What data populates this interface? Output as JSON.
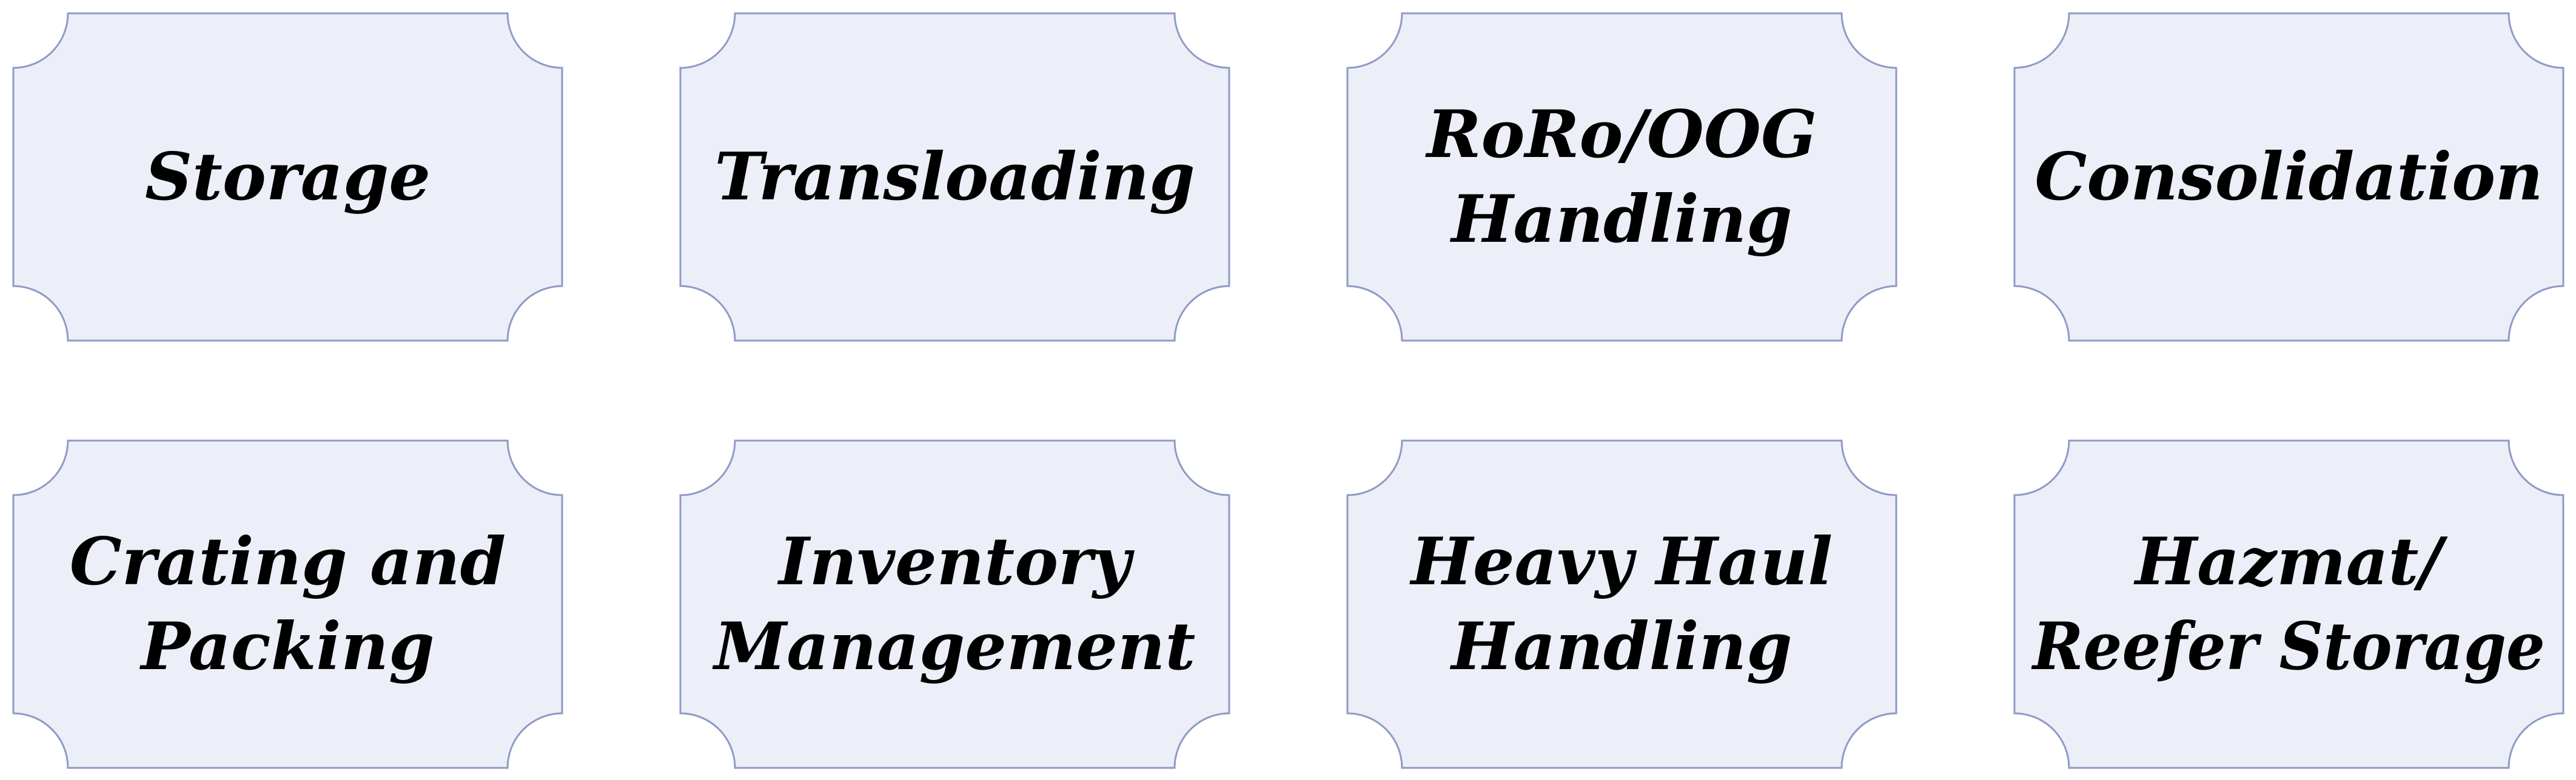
{
  "colors": {
    "card_fill": "#ECEFF7",
    "card_stroke": "#8E9AC7",
    "text": "#000000",
    "background": "#FFFFFF"
  },
  "rows": [
    {
      "cards": [
        {
          "id": "storage",
          "lines": [
            "Storage"
          ]
        },
        {
          "id": "transloading",
          "lines": [
            "Transloading"
          ]
        },
        {
          "id": "roro-oog-handling",
          "lines": [
            "RoRo/OOG",
            "Handling"
          ]
        },
        {
          "id": "consolidation",
          "lines": [
            "Consolidation"
          ]
        }
      ]
    },
    {
      "cards": [
        {
          "id": "crating-and-packing",
          "lines": [
            "Crating and",
            "Packing"
          ]
        },
        {
          "id": "inventory-management",
          "lines": [
            "Inventory",
            "Management"
          ]
        },
        {
          "id": "heavy-haul-handling",
          "lines": [
            "Heavy Haul",
            "Handling"
          ]
        },
        {
          "id": "hazmat-reefer-storage",
          "lines": [
            "Hazmat/",
            "Reefer Storage"
          ]
        }
      ]
    }
  ]
}
